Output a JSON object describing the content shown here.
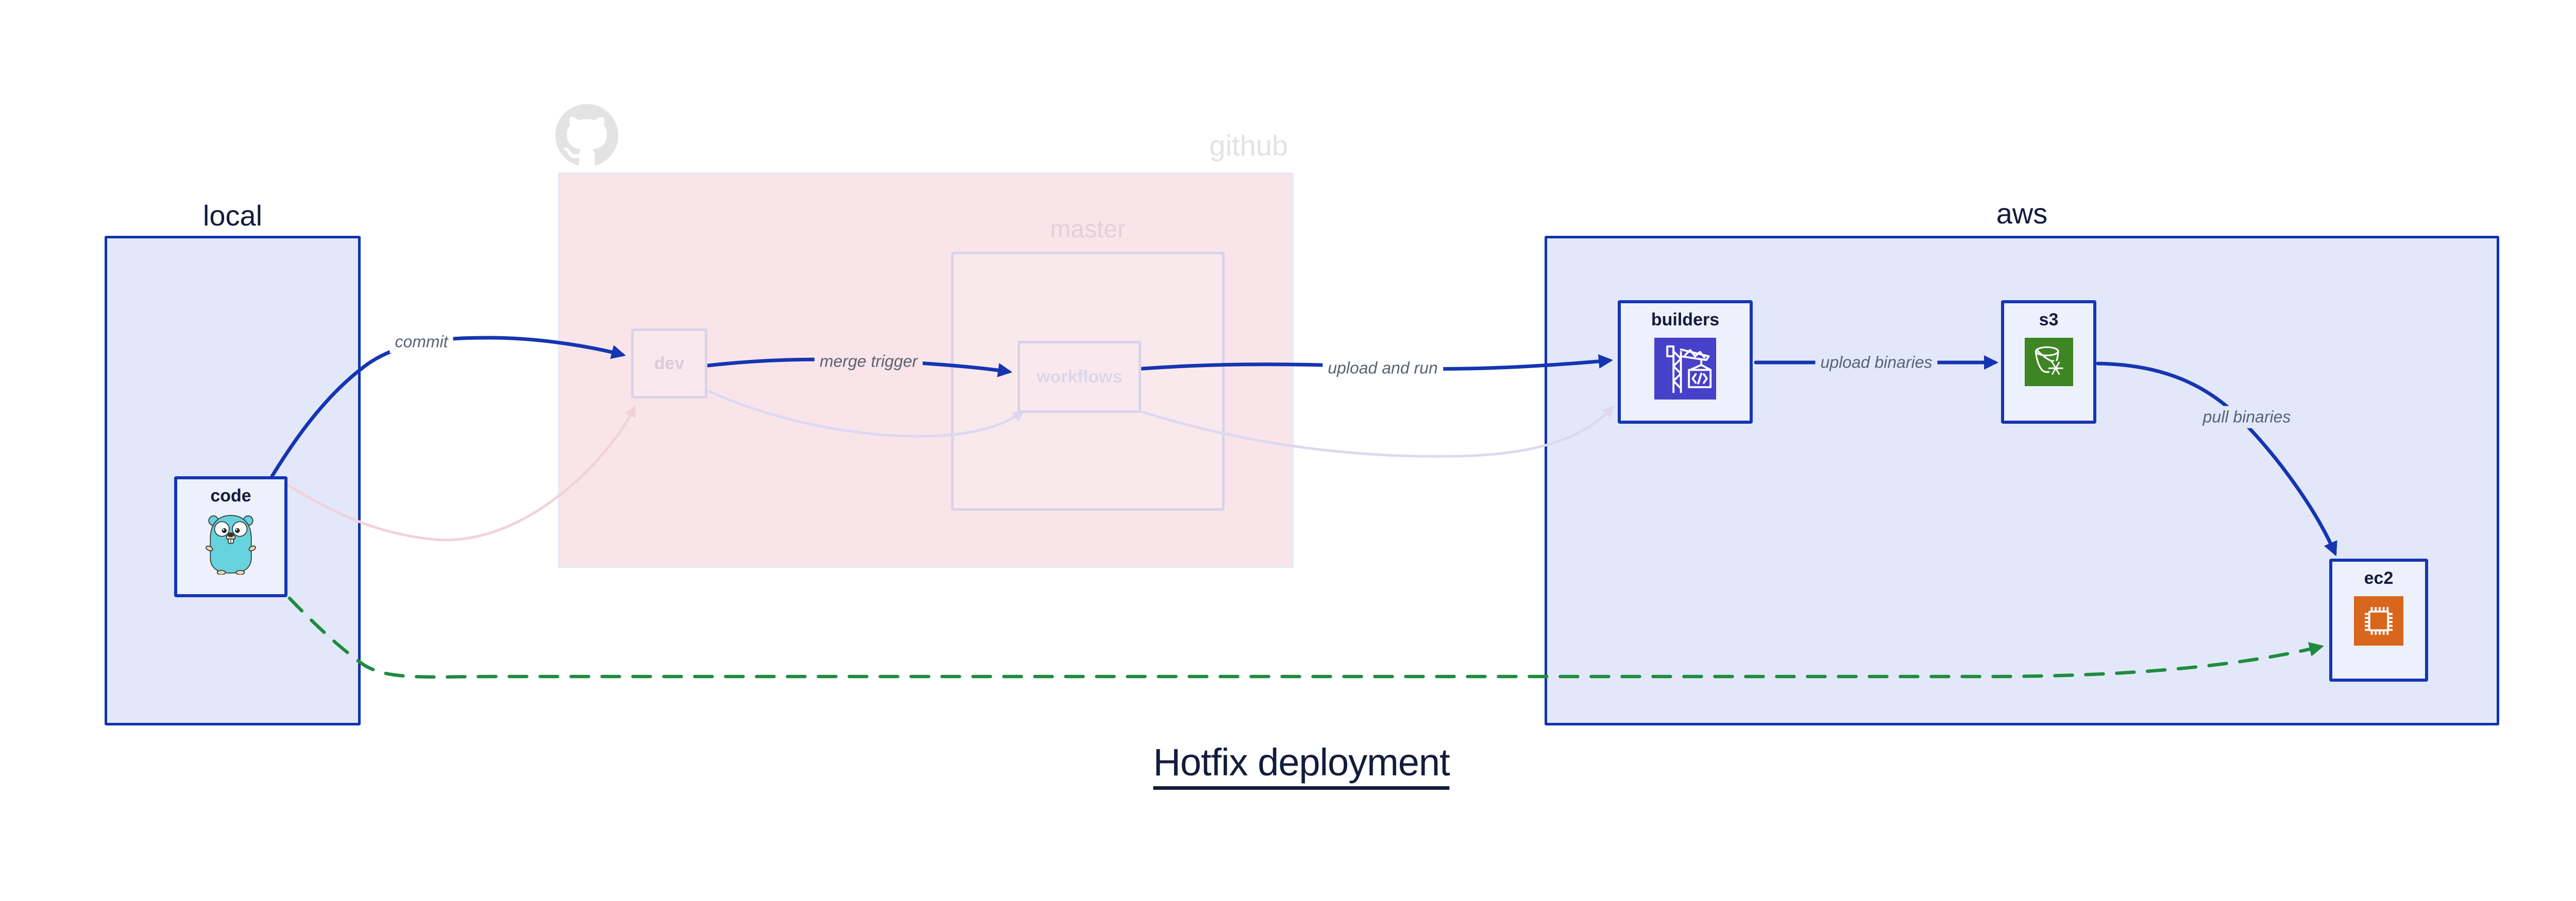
{
  "title": "Hotfix deployment",
  "containers": {
    "local": {
      "label": "local"
    },
    "github": {
      "label": "github"
    },
    "master": {
      "label": "master"
    },
    "aws": {
      "label": "aws"
    }
  },
  "nodes": {
    "code": {
      "label": "code",
      "icon": "go-gopher-icon"
    },
    "dev": {
      "label": "dev"
    },
    "workflows": {
      "label": "workflows"
    },
    "builders": {
      "label": "builders",
      "icon": "aws-codebuild-icon"
    },
    "s3": {
      "label": "s3",
      "icon": "aws-s3-bucket-icon"
    },
    "ec2": {
      "label": "ec2",
      "icon": "aws-ec2-chip-icon"
    }
  },
  "edges": [
    {
      "from": "code",
      "to": "dev",
      "label": "commit",
      "style": "solid-blue"
    },
    {
      "from": "code",
      "to": "dev",
      "label": "",
      "style": "faded-pink"
    },
    {
      "from": "dev",
      "to": "workflows",
      "label": "merge trigger",
      "style": "solid-blue"
    },
    {
      "from": "dev",
      "to": "workflows",
      "label": "",
      "style": "faded-lavender"
    },
    {
      "from": "workflows",
      "to": "builders",
      "label": "upload and run",
      "style": "solid-blue"
    },
    {
      "from": "workflows",
      "to": "builders",
      "label": "",
      "style": "faded-lavender"
    },
    {
      "from": "builders",
      "to": "s3",
      "label": "upload binaries",
      "style": "solid-blue"
    },
    {
      "from": "s3",
      "to": "ec2",
      "label": "pull binaries",
      "style": "solid-blue"
    },
    {
      "from": "code",
      "to": "ec2",
      "label": "",
      "style": "dashed-green"
    }
  ],
  "colors": {
    "flow_blue": "#1535b2",
    "container_border": "#1133ae",
    "container_fill": "#e2e8f9",
    "node_fill": "#edf1fc",
    "github_fill": "#f9e5e9",
    "github_border": "#e4e8f6",
    "faded_node_fill": "#f9e9ee",
    "faded_node_border": "#d9d3ea",
    "faded_pink_line": "#f1d2da",
    "faded_lavender_line": "#dcd9ef",
    "hotfix_green": "#1f8b3e",
    "dark_text": "#141c3c",
    "edge_label_gray": "#5b6272",
    "master_text": "#e2d0da",
    "dev_text": "#d9cbd7",
    "workflows_text": "#ddd6ea",
    "github_gray": "#e3e3e3",
    "gopher_teal": "#66d3de",
    "gopher_tan": "#f2d7ae",
    "codebuild_indigo": "#4741c9",
    "s3_green": "#3e8624",
    "ec2_orange": "#d9661d"
  }
}
